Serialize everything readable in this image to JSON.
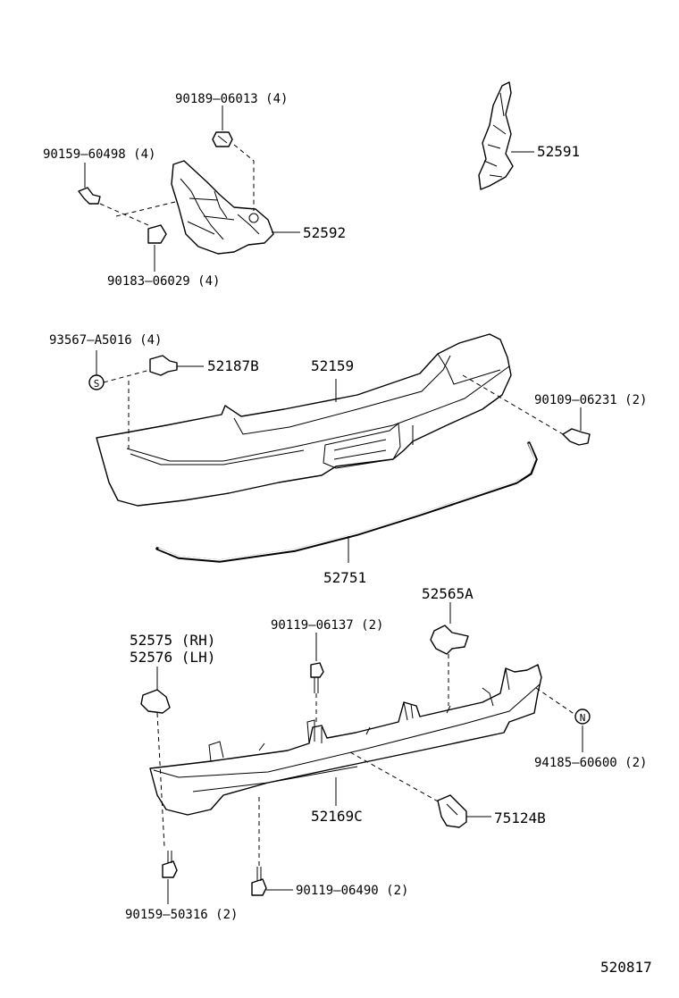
{
  "labels": {
    "l_90189_06013": "90189–06013 (4)",
    "l_90159_60498": "90159–60498 (4)",
    "l_52592": "52592",
    "l_90183_06029": "90183–06029 (4)",
    "l_52591": "52591",
    "l_93567_A5016": "93567–A5016 (4)",
    "l_52187B": "52187B",
    "l_52159": "52159",
    "l_90109_06231": "90109–06231 (2)",
    "l_52751": "52751",
    "l_52565A": "52565A",
    "l_90119_06137": "90119–06137 (2)",
    "l_52575": "52575 (RH)",
    "l_52576": "52576 (LH)",
    "l_94185_60600": "94185–60600 (2)",
    "l_52169C": "52169C",
    "l_75124B": "75124B",
    "l_90159_50316": "90159–50316 (2)",
    "l_90119_06490": "90119–06490 (2)"
  },
  "symbols": {
    "s_mark": "S",
    "n_mark": "N"
  },
  "diagram_id": "520817"
}
